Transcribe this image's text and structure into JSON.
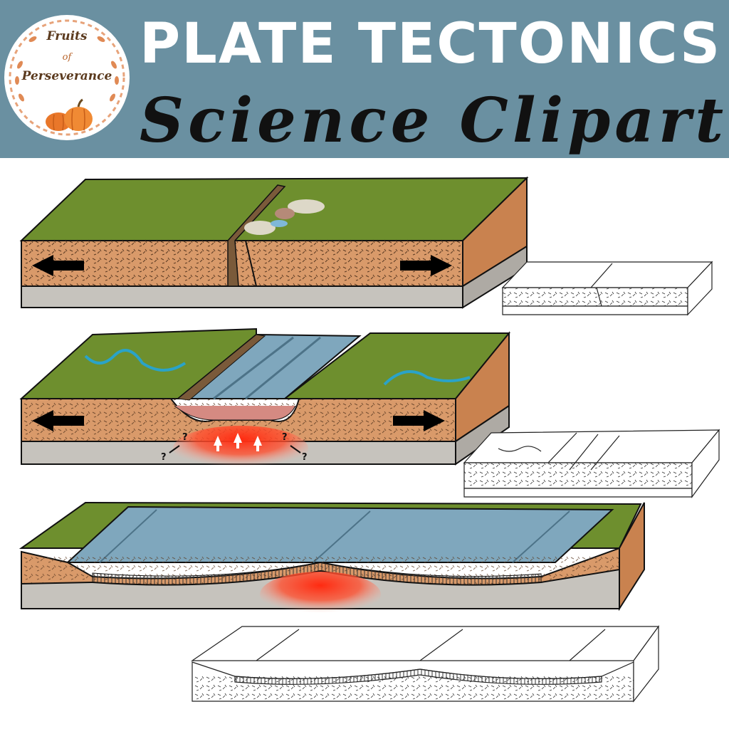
{
  "header": {
    "title": "PLATE TECTONICS",
    "subtitle": "Science Clipart",
    "background_color": "#6a90a1"
  },
  "logo": {
    "line1": "Fruits",
    "line2": "of",
    "line3": "Perseverance",
    "icon": "pumpkin-icon"
  },
  "colors": {
    "grass": "#6e8f2e",
    "soil": "#d99a6a",
    "mantle": "#c6c3bd",
    "water": "#7fa7bd",
    "magma": "#ff3a1e",
    "arrow": "#000000"
  },
  "diagrams": [
    {
      "name": "continental-rift",
      "arrows": "opposite"
    },
    {
      "name": "rift-valley",
      "arrows": "opposite",
      "question_marks": [
        "?",
        "?",
        "?",
        "?"
      ]
    },
    {
      "name": "ocean-basin",
      "arrows": "none"
    }
  ]
}
